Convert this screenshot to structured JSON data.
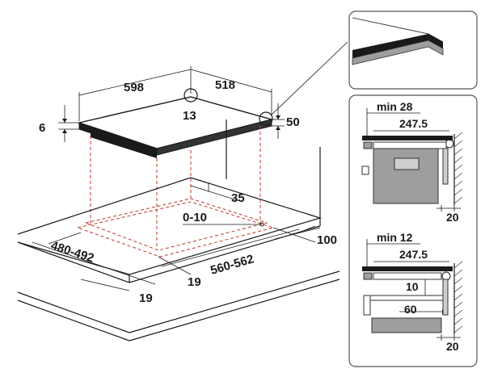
{
  "dimensions": {
    "width_598": "598",
    "depth_518": "518",
    "thickness_6": "6",
    "clearance_50": "50",
    "detail_13": "13",
    "cutout_35": "35",
    "range_0_10": "0-10",
    "depth_480_492": "480-492",
    "width_560_562": "560-562",
    "gap_100": "100",
    "edge_19_a": "19",
    "edge_19_b": "19"
  },
  "panel_top": {
    "min": "min 28",
    "dim_247_5": "247.5",
    "dim_20": "20"
  },
  "panel_bottom": {
    "min": "min 12",
    "dim_247_5": "247.5",
    "dim_10": "10",
    "dim_60": "60",
    "dim_20": "20"
  },
  "colors": {
    "line": "#1a1a1a",
    "dashed_red": "#c0392b",
    "appliance_gray": "#9e9e9e",
    "light_gray": "#cfcfcf",
    "panel_border": "#555555"
  }
}
